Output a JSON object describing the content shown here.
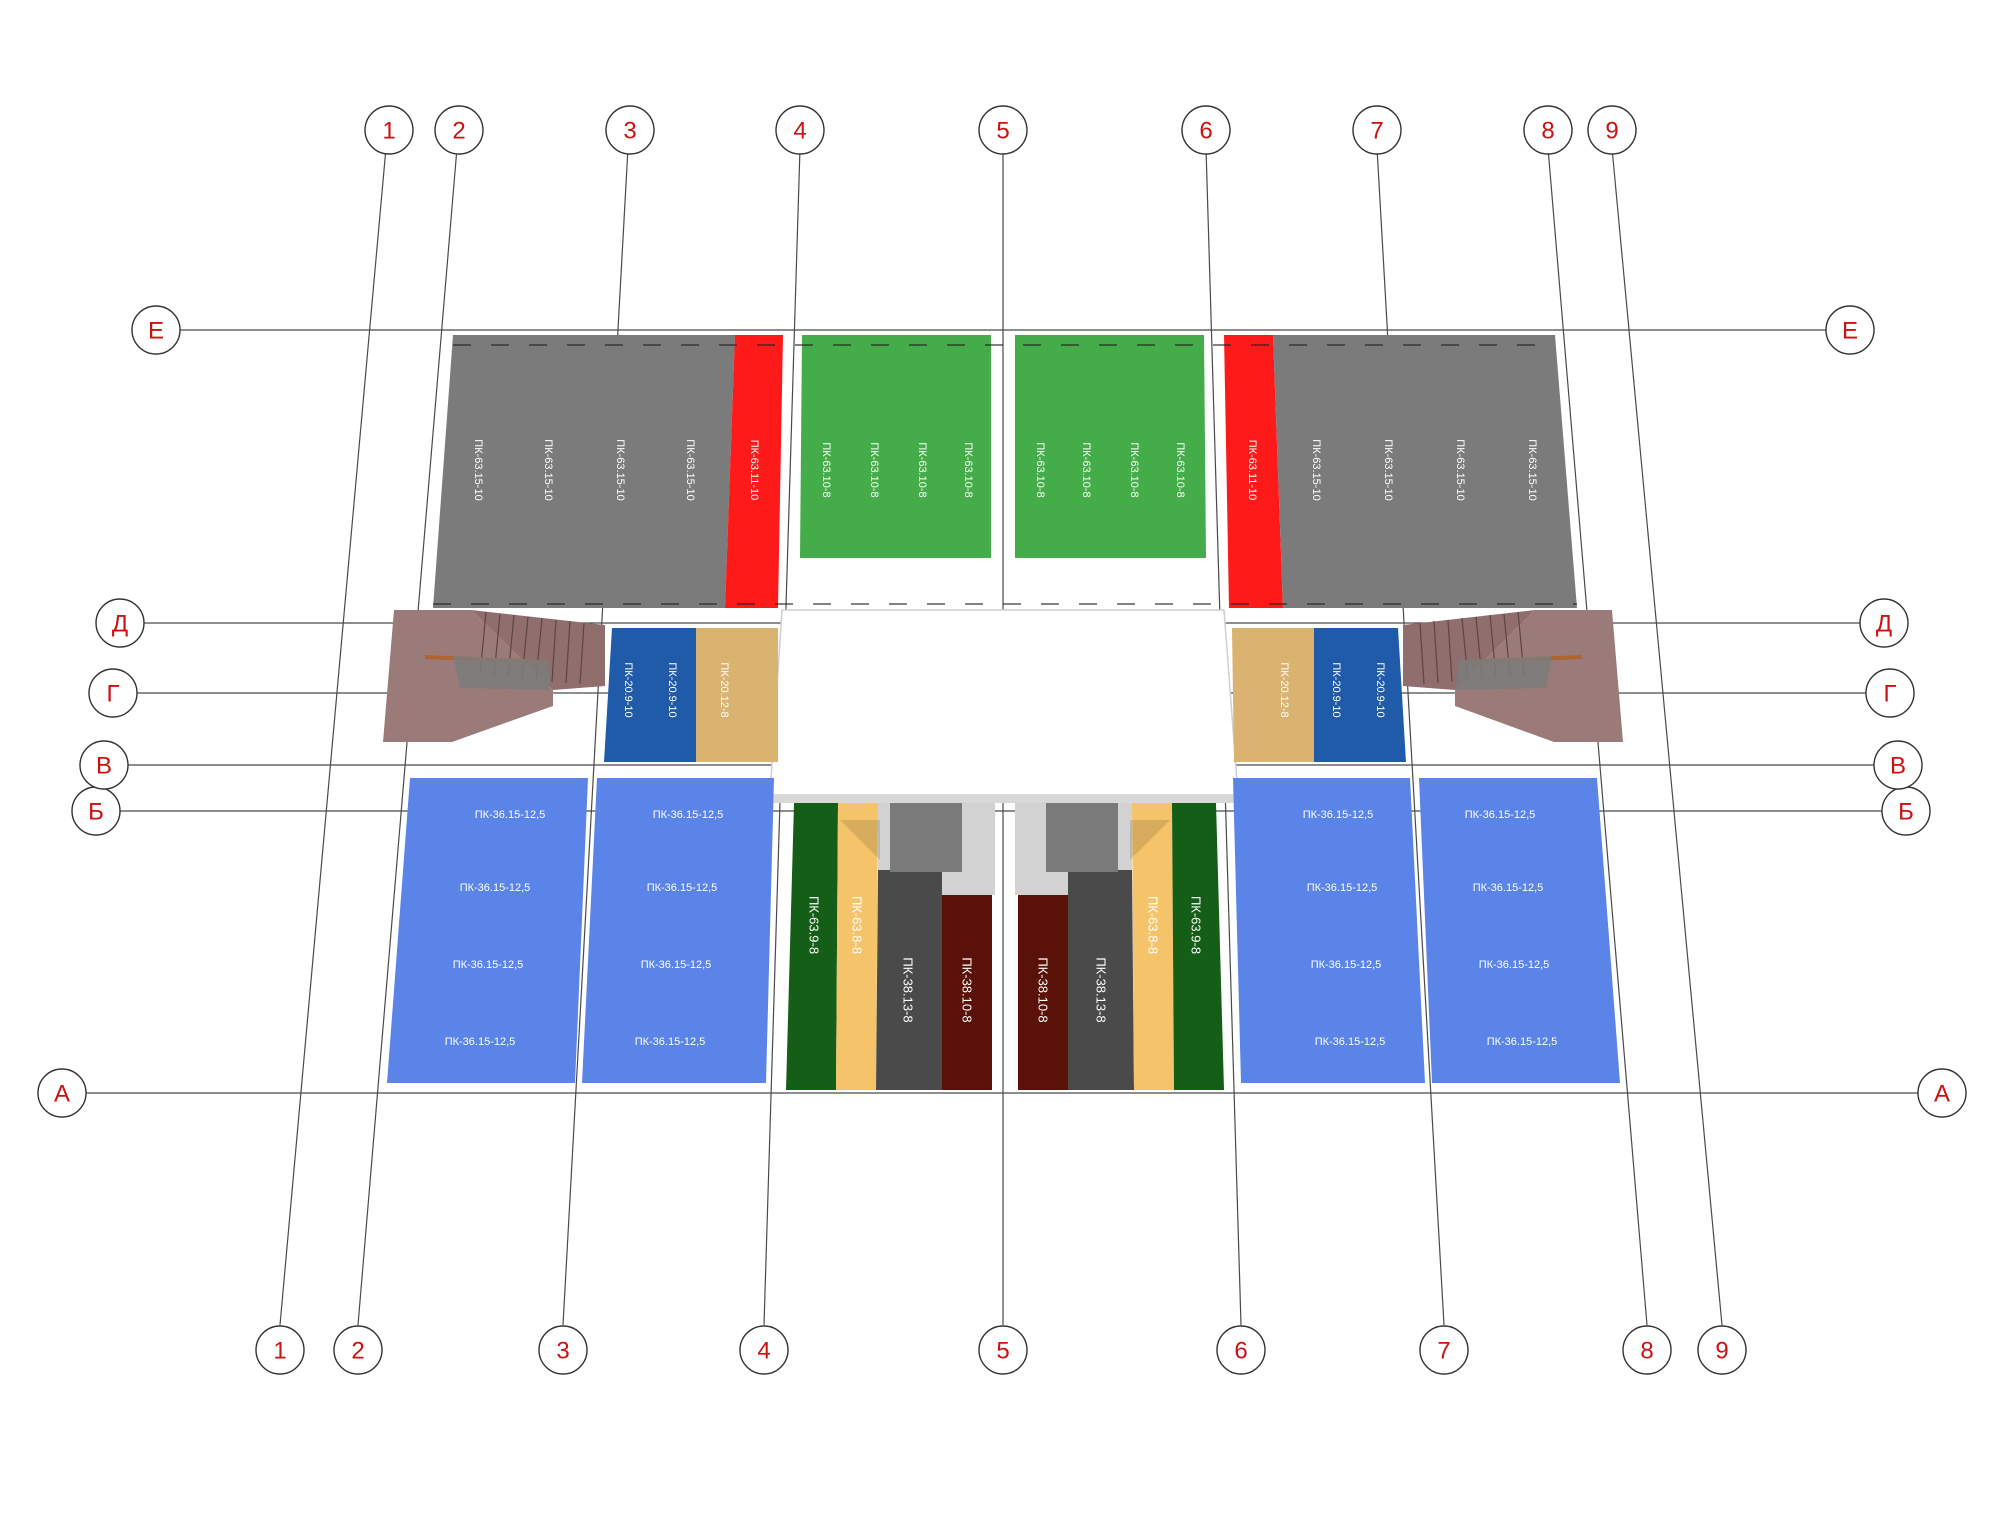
{
  "axes": {
    "vertical": [
      "1",
      "2",
      "3",
      "4",
      "5",
      "6",
      "7",
      "8",
      "9"
    ],
    "horizontal": [
      "А",
      "Б",
      "В",
      "Г",
      "Д",
      "Е"
    ]
  },
  "colors": {
    "gray": "#7b7b7b",
    "red": "#ff1a1a",
    "green": "#44ad4a",
    "dark_green": "#155e17",
    "blue_light": "#5a84e8",
    "blue_dark": "#1f5ba8",
    "tan": "#d9b36f",
    "yellow": "#f5c46a",
    "dark_gray": "#4a4a4a",
    "maroon": "#5a1108",
    "granite": "#9b7b7a",
    "white_slab": "#ffffff"
  },
  "slabs": {
    "top_left_gray": [
      "ПК-63.15-10",
      "ПК-63.15-10",
      "ПК-63.15-10",
      "ПК-63.15-10"
    ],
    "top_left_red": "ПК-63.11-10",
    "top_green_left": [
      "ПК-63.10-8",
      "ПК-63.10-8",
      "ПК-63.10-8",
      "ПК-63.10-8"
    ],
    "top_green_right": [
      "ПК-63.10-8",
      "ПК-63.10-8",
      "ПК-63.10-8",
      "ПК-63.10-8"
    ],
    "top_right_red": "ПК-63.11-10",
    "top_right_gray": [
      "ПК-63.15-10",
      "ПК-63.15-10",
      "ПК-63.15-10",
      "ПК-63.15-10"
    ],
    "mid_left_blue": [
      "ПК-20.9-10",
      "ПК-20.9-10"
    ],
    "mid_left_tan": "ПК-20.12-8",
    "mid_right_tan": "ПК-20.12-8",
    "mid_right_blue": [
      "ПК-20.9-10",
      "ПК-20.9-10"
    ],
    "bottom_blue": "ПК-36.15-12,5",
    "bottom_left_green": "ПК-63.9-8",
    "bottom_left_yellow": "ПК-63.8-8",
    "bottom_left_darkgray": "ПК-38.13-8",
    "bottom_left_maroon": "ПК-38.10-8",
    "bottom_right_maroon": "ПК-38.10-8",
    "bottom_right_darkgray": "ПК-38.13-8",
    "bottom_right_yellow": "ПК-63.8-8",
    "bottom_right_green": "ПК-63.9-8"
  }
}
